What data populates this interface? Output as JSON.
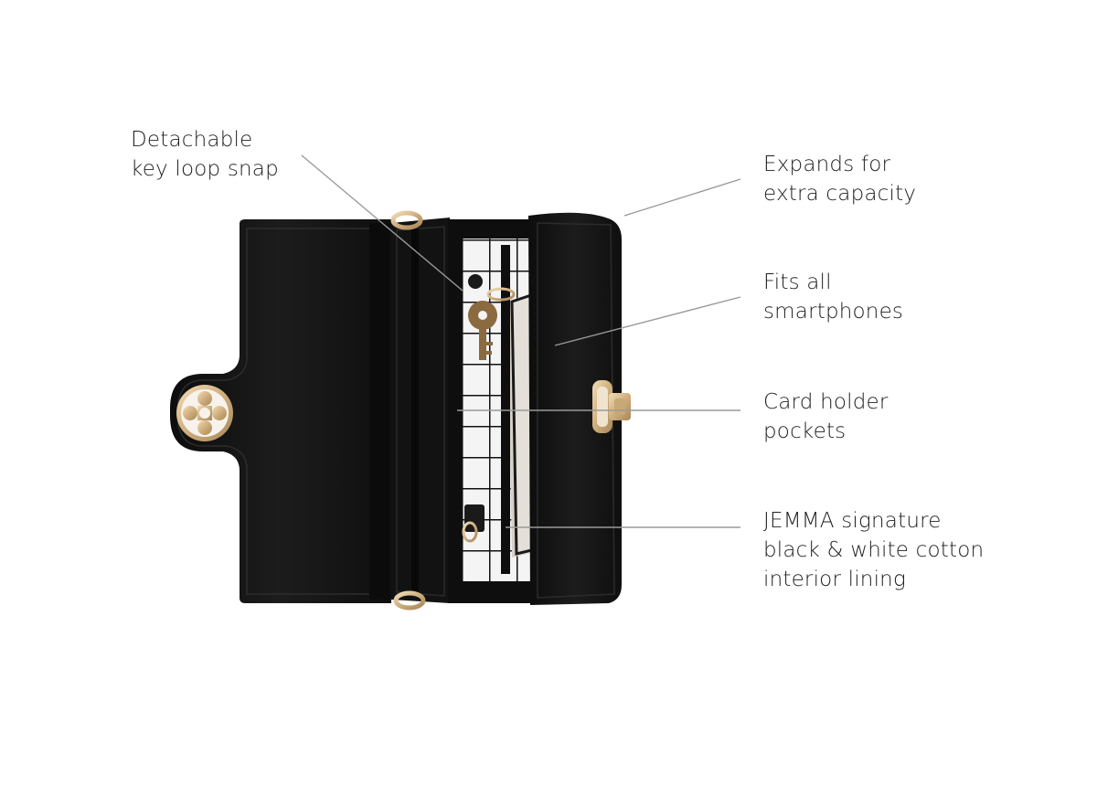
{
  "callouts": {
    "key_loop": {
      "line1": "Detachable",
      "line2": "key loop snap"
    },
    "expands": {
      "line1": "Expands for",
      "line2": "extra capacity"
    },
    "smartphones": {
      "line1": "Fits all",
      "line2": "smartphones"
    },
    "card_holder": {
      "line1": "Card holder",
      "line2": "pockets"
    },
    "lining": {
      "line1": "JEMMA signature",
      "line2": "black & white cotton",
      "line3": "interior lining"
    }
  },
  "colors": {
    "leather": "#141414",
    "leather_edge": "#2c2c2c",
    "hardware_gold": "#d8b98a",
    "lining_white": "#f4f4f4",
    "lining_grid": "#111111",
    "key_brass": "#8a6a3e",
    "leader_line": "#9a9a9a",
    "text": "#1f1f1f"
  },
  "icons": {
    "flap_emblem": "quatrefoil-emblem-icon",
    "clasp": "turn-lock-clasp-icon",
    "key": "key-icon"
  }
}
